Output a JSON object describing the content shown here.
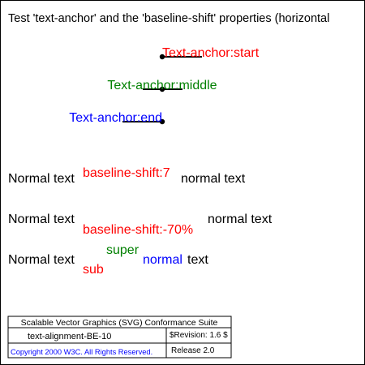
{
  "title": "Test 'text-anchor' and the 'baseline-shift' properties (horizontal",
  "anchors": [
    {
      "label": "Text-anchor:start",
      "color": "#ff0000"
    },
    {
      "label": "Text-anchor:middle",
      "color": "#008000"
    },
    {
      "label": "Text-anchor:end",
      "color": "#0000ff"
    }
  ],
  "baseline_rows": [
    {
      "normal_before": "Normal text",
      "shifted": "baseline-shift:7",
      "normal_after": "normal text",
      "shift_color": "#ff0000"
    },
    {
      "normal_before": "Normal text",
      "shifted": "baseline-shift:-70%",
      "normal_after": "normal text",
      "shift_color": "#ff0000"
    }
  ],
  "sub_super_row": {
    "normal_before": "Normal text",
    "sub": "sub",
    "super": "super",
    "normal_colored": "normal",
    "normal_after": "text",
    "colors": {
      "sub": "#ff0000",
      "super": "#008000",
      "normal": "#0000ff"
    }
  },
  "footer": {
    "suite": "Scalable Vector Graphics (SVG) Conformance Suite",
    "test_name": "text-alignment-BE-10",
    "revision": "$Revision: 1.6 $",
    "copyright": "Copyright 2000 W3C. All Rights Reserved.",
    "release": "Release 2.0",
    "colors": {
      "copyright": "#0000ff"
    }
  }
}
